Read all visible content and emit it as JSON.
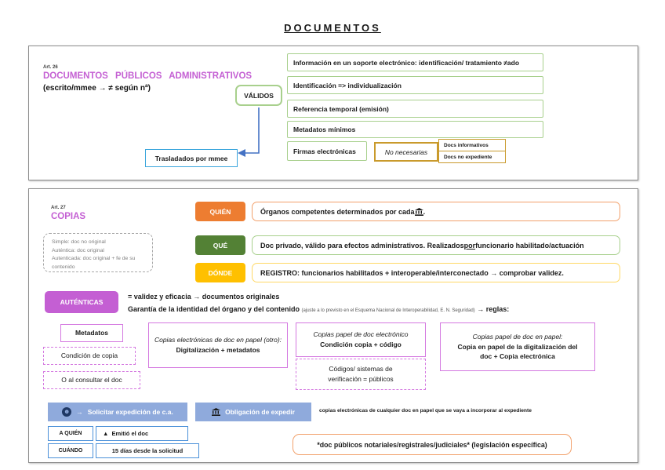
{
  "page_title": "DOCUMENTOS",
  "colors": {
    "magenta": "#c45fd3",
    "green_light_border": "#a8d08d",
    "green_dark": "#538135",
    "orange": "#ed7d31",
    "yellow": "#ffc000",
    "gold_border": "#c99a2c",
    "blue_border": "#3aa5dc",
    "band_blue": "#8faadc",
    "arrow_blue": "#4472c4",
    "rule_magenta_border": "#d478e0"
  },
  "icons": {
    "person": "face-in-circle",
    "bank": "classical-building",
    "triangle": "▲",
    "arrow_right": "→"
  },
  "top_panel": {
    "article": "Art. 26",
    "heading": "DOCUMENTOS PÚBLICOS ADMINISTRATIVOS",
    "subheading": "(escrito/mmee → ≠ según nª)",
    "validos_label": "VÁLIDOS",
    "requirements": [
      "Información en un soporte electrónico: identificación/ tratamiento ≠ado",
      "Identificación => individualización",
      "Referencia temporal (emisión)",
      "Metadatos mínimos",
      "Firmas electrónicas"
    ],
    "no_necesarias": "No necesarias",
    "doc_tags": [
      "Docs informativos",
      "Docs no expediente"
    ],
    "trasladados": "Trasladados por mmee"
  },
  "copias_panel": {
    "article": "Art. 27",
    "heading": "COPIAS",
    "types_note": [
      "Simple: doc no original",
      "Auténtica: doc original",
      "Autenticada: doc original + fe de su contenido"
    ],
    "quien": {
      "label": "QUIÉN",
      "text_pre": "Órganos competentes determinados por cada ",
      "text_suffix": "."
    },
    "que": {
      "label": "QUÉ",
      "text_pre": "Doc privado, válido para efectos administrativos. Realizados ",
      "text_u": "por",
      "text_post": " funcionario habilitado/actuación"
    },
    "donde": {
      "label": "DÓNDE",
      "text": "REGISTRO: funcionarios habilitados + interoperable/interconectado → comprobar validez."
    },
    "autenticas": {
      "label": "AUTÉNTICAS",
      "line1": "= validez y eficacia → documentos originales",
      "line2_main": "Garantía de la identidad del órgano y del contenido ",
      "line2_small": "(ajuste a lo previsto en el Esquema Nacional de Interoperabilidad, E. N. Seguridad)",
      "line2_end": " → reglas:"
    },
    "rules": {
      "metadatos": "Metadatos",
      "condicion_copia": "Condición de copia",
      "consultar": "O al consultar el doc",
      "rule2_title": "Copias electrónicas de doc en papel (otro):",
      "rule2_body": "Digitalización + metadatos",
      "rule3_title": "Copias papel de doc electrónico",
      "rule3_body": "Condición copia + código",
      "rule3_note_line1": "Códigos/ sistemas de",
      "rule3_note_line2": "verificación = públicos",
      "rule4_title": "Copias papel de doc en papel:",
      "rule4_body_line1": "Copia en papel de la digitalización del",
      "rule4_body_line2": "doc + Copia electrónica"
    },
    "footer": {
      "request_arrow": "→",
      "request_label": "Solicitar expedición de c.a.",
      "obligation_label": "Obligación de expedir",
      "obligation_note": "copias electrónicas de cualquier doc en papel que se vaya a incorporar al expediente",
      "aquien_label": "A QUIÉN",
      "aquien_triangle": "▲",
      "aquien_value": "Emitió el doc",
      "cuando_label": "CUÁNDO",
      "cuando_value": "15 días desde la solicitud",
      "special_note": "*doc públicos notariales/registrales/judiciales* (legislación específica)"
    }
  }
}
